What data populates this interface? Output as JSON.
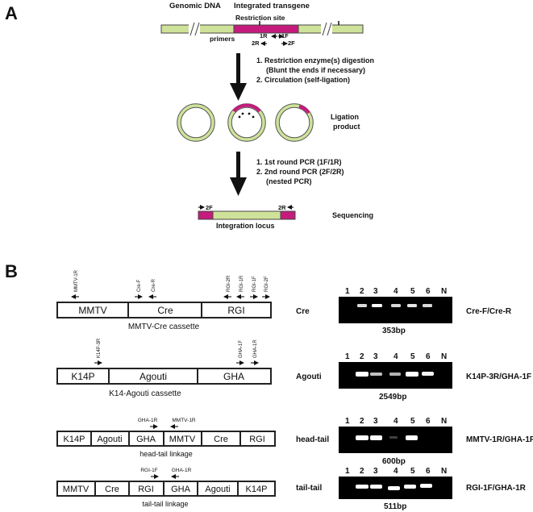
{
  "panel_a": {
    "label": "A",
    "genomic_dna": "Genomic DNA",
    "integrated_transgene": "Integrated transgene",
    "restriction_site": "Restriction site",
    "primers": "primers",
    "primer_1R": "1R",
    "primer_1F": "1F",
    "primer_2R": "2R",
    "primer_2F": "2F",
    "step1_line1": "1. Restriction enzyme(s) digestion",
    "step1_line2": "(Blunt the ends if necessary)",
    "step1_line3": "2. Circulation (self-ligation)",
    "ligation_line1": "Ligation",
    "ligation_line2": "product",
    "step2_line1": "1. 1st round PCR (1F/1R)",
    "step2_line2": "2. 2nd round PCR (2F/2R)",
    "step2_line3": "(nested PCR)",
    "seq_2F": "2F",
    "seq_2R": "2R",
    "sequencing": "Sequencing",
    "integration_locus": "Integration locus"
  },
  "panel_b": {
    "label": "B",
    "mmtv_cre": {
      "caption": "MMTV-Cre cassette",
      "segments": [
        "MMTV",
        "Cre",
        "RGI"
      ],
      "primers": [
        "MMTV-1R",
        "Cre-F",
        "Cre-R",
        "RGI-2R",
        "RGI-1R",
        "RGI-1F",
        "RGI-2F"
      ]
    },
    "k14_agouti": {
      "caption": "K14-Agouti  cassette",
      "segments": [
        "K14P",
        "Agouti",
        "GHA"
      ],
      "primers": [
        "K14P-3R",
        "GHA-1F",
        "GHA-1R"
      ]
    },
    "head_tail": {
      "caption": "head-tail linkage",
      "segments": [
        "K14P",
        "Agouti",
        "GHA",
        "MMTV",
        "Cre",
        "RGI"
      ],
      "primers": [
        "GHA-1R",
        "MMTV-1R"
      ]
    },
    "tail_tail": {
      "caption": "tail-tail linkage",
      "segments": [
        "MMTV",
        "Cre",
        "RGI",
        "GHA",
        "Agouti",
        "K14P"
      ],
      "primers": [
        "RGI-1F",
        "GHA-1R"
      ]
    },
    "lanes": [
      "1",
      "2",
      "3",
      "4",
      "5",
      "6",
      "N"
    ],
    "gels": [
      {
        "row_label": "Cre",
        "primer_pair": "Cre-F/Cre-R",
        "size": "353bp"
      },
      {
        "row_label": "Agouti",
        "primer_pair": "K14P-3R/GHA-1F",
        "size": "2549bp"
      },
      {
        "row_label": "head-tail",
        "primer_pair": "MMTV-1R/GHA-1R",
        "size": "600bp"
      },
      {
        "row_label": "tail-tail",
        "primer_pair": "RGI-1F/GHA-1R",
        "size": "511bp"
      }
    ]
  }
}
